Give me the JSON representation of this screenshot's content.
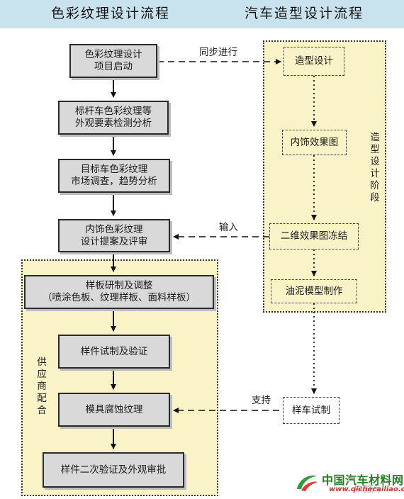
{
  "header": {
    "left_title": "色彩纹理设计流程",
    "right_title": "汽车造型设计流程"
  },
  "color_flow": [
    "色彩纹理设计\n项目启动",
    "标杆车色彩纹理等\n外观要素检测分析",
    "目标车色彩纹理\n市场调查，趋势分析",
    "内饰色彩纹理\n设计提案及评审",
    "样板研制及调整\n（喷涂色板、纹理样板、面料样板）",
    "样件试制及验证",
    "模具腐蚀纹理",
    "样件二次验证及外观审批"
  ],
  "styling_flow": [
    "造型设计",
    "内饰效果图",
    "二维效果图冻结",
    "油泥模型制作"
  ],
  "prototype_box": "样车试制",
  "connectors": {
    "sync": "同步进行",
    "input": "输入",
    "support": "支持"
  },
  "zones": {
    "styling_phase": "造型设计阶段",
    "supplier": "供应商配合"
  },
  "watermark": {
    "name": "中国汽车材料网",
    "url": "www.qichecailiao.com",
    "faint": "中国汽"
  },
  "colors": {
    "header_bg": "#c9e3ee",
    "zone_bg": "#fbf3c8",
    "box_bg": "#d9d9d9",
    "brand_green": "#2a7d2a",
    "brand_red": "#c0392b"
  }
}
